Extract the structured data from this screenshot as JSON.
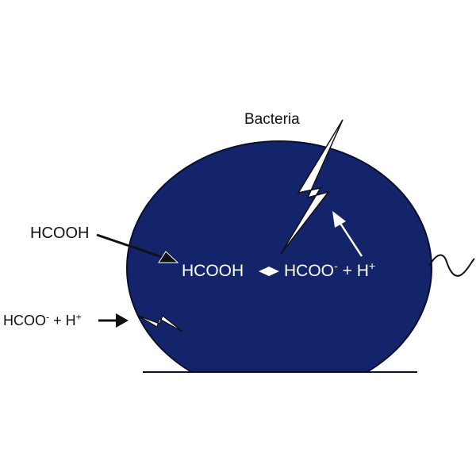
{
  "diagram": {
    "title": "Bacteria",
    "outside_acid": "HCOOH",
    "outside_ion": {
      "base": "HCOO",
      "charge": "-",
      "plus": "+ H",
      "proton_charge": "+"
    },
    "inside_acid": "HCOOH",
    "inside_ion": {
      "base": "HCOO",
      "charge": "-",
      "plus": "+ H",
      "proton_charge": "+"
    }
  },
  "colors": {
    "cell_fill": "#14246b",
    "cell_stroke": "#0a0f2e",
    "outline": "#111111",
    "inner_text": "#ffffff"
  }
}
